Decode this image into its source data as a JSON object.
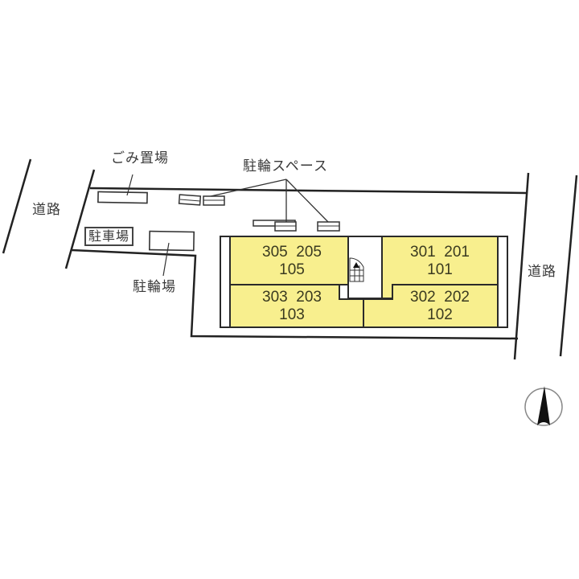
{
  "labels": {
    "road_left": "道路",
    "road_right": "道路",
    "garbage": "ごみ置場",
    "bicycle_space": "駐輪スペース",
    "parking": "駐車場",
    "bicycle_parking": "駐輪場"
  },
  "units": [
    {
      "id": "a",
      "line1": "305  205",
      "line2": "105"
    },
    {
      "id": "b",
      "line1": "303  203",
      "line2": "103"
    },
    {
      "id": "c",
      "line1": "301  201",
      "line2": "101"
    },
    {
      "id": "d",
      "line1": "302  202",
      "line2": "102"
    }
  ],
  "icons": {
    "stairs": "stairs-icon",
    "north": "north-arrow-icon"
  },
  "colors": {
    "unit_fill": "#f8ef8e",
    "line": "#2a2a2a",
    "background": "#ffffff"
  }
}
